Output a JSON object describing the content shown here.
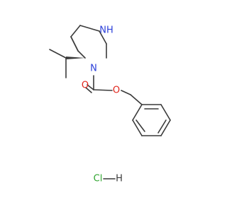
{
  "atoms": {
    "n_top": {
      "label": "NH",
      "color": "#2b3fd9"
    },
    "n_ring": {
      "label": "N",
      "color": "#2b3fd9"
    },
    "o_carbonyl": {
      "label": "O",
      "color": "#e0241b"
    },
    "o_ester": {
      "label": "O",
      "color": "#e0241b"
    },
    "cl": {
      "label": "Cl",
      "color": "#2fa52f"
    },
    "h": {
      "label": "H",
      "color": "#3a3a3a"
    }
  },
  "colors": {
    "bond": "#3a3a3a",
    "background": "#ffffff"
  }
}
